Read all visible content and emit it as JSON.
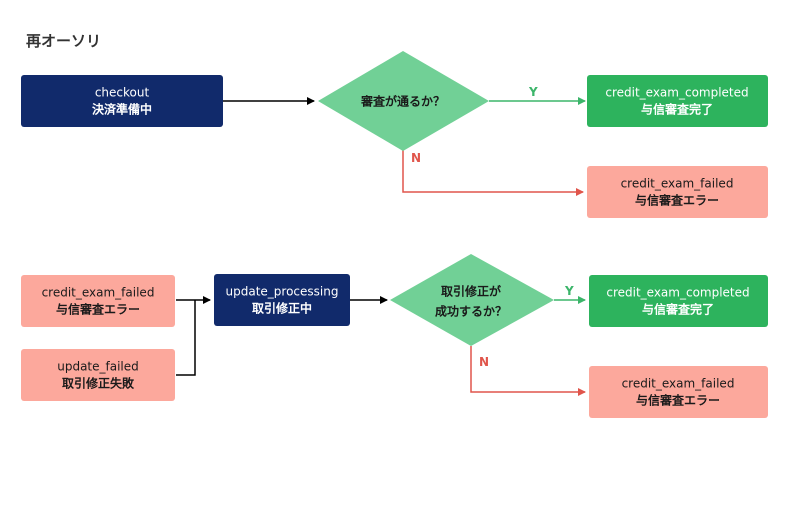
{
  "title": "再オーソリ",
  "colors": {
    "navy": "#112a6b",
    "green_box": "#2db35d",
    "pink_box": "#fca89c",
    "diamond": "#71d096",
    "yes_line": "#3cb56a",
    "no_line": "#e0554b",
    "black_line": "#000000"
  },
  "flow1": {
    "checkout": {
      "line1": "checkout",
      "line2": "決済準備中"
    },
    "decision": {
      "line1": "審査が通るか？"
    },
    "yes_label": "Y",
    "no_label": "N",
    "completed": {
      "line1": "credit_exam_completed",
      "line2": "与信審査完了"
    },
    "failed": {
      "line1": "credit_exam_failed",
      "line2": "与信審査エラー"
    }
  },
  "flow2": {
    "input_failed": {
      "line1": "credit_exam_failed",
      "line2": "与信審査エラー"
    },
    "update_failed": {
      "line1": "update_failed",
      "line2": "取引修正失敗"
    },
    "processing": {
      "line1": "update_processing",
      "line2": "取引修正中"
    },
    "decision": {
      "line1": "取引修正が",
      "line2": "成功するか？"
    },
    "yes_label": "Y",
    "no_label": "N",
    "completed": {
      "line1": "credit_exam_completed",
      "line2": "与信審査完了"
    },
    "failed": {
      "line1": "credit_exam_failed",
      "line2": "与信審査エラー"
    }
  }
}
